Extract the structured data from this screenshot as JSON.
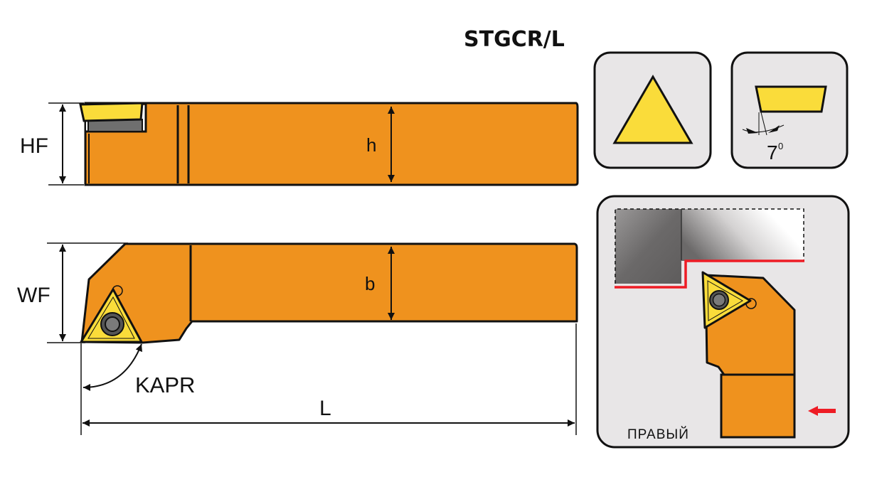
{
  "title": "STGCR/L",
  "colors": {
    "body_orange": "#EF921E",
    "insert_yellow": "#FADC3A",
    "panel_bg": "#E8E6E7",
    "outline": "#111111",
    "cut_red": "#EE1C25",
    "screw_gray": "#777777"
  },
  "side_view": {
    "dim_hf": "HF",
    "dim_h": "h"
  },
  "top_view": {
    "dim_wf": "WF",
    "dim_b": "b",
    "angle_label": "KAPR",
    "dim_l": "L"
  },
  "panels": {
    "insert_shape": {
      "icon": "triangle-insert-icon"
    },
    "clearance": {
      "angle_value": "7",
      "angle_unit": "0"
    },
    "application": {
      "hand_label": "ПРАВЫЙ",
      "feed_arrow": "feed-direction-arrow-icon"
    }
  }
}
